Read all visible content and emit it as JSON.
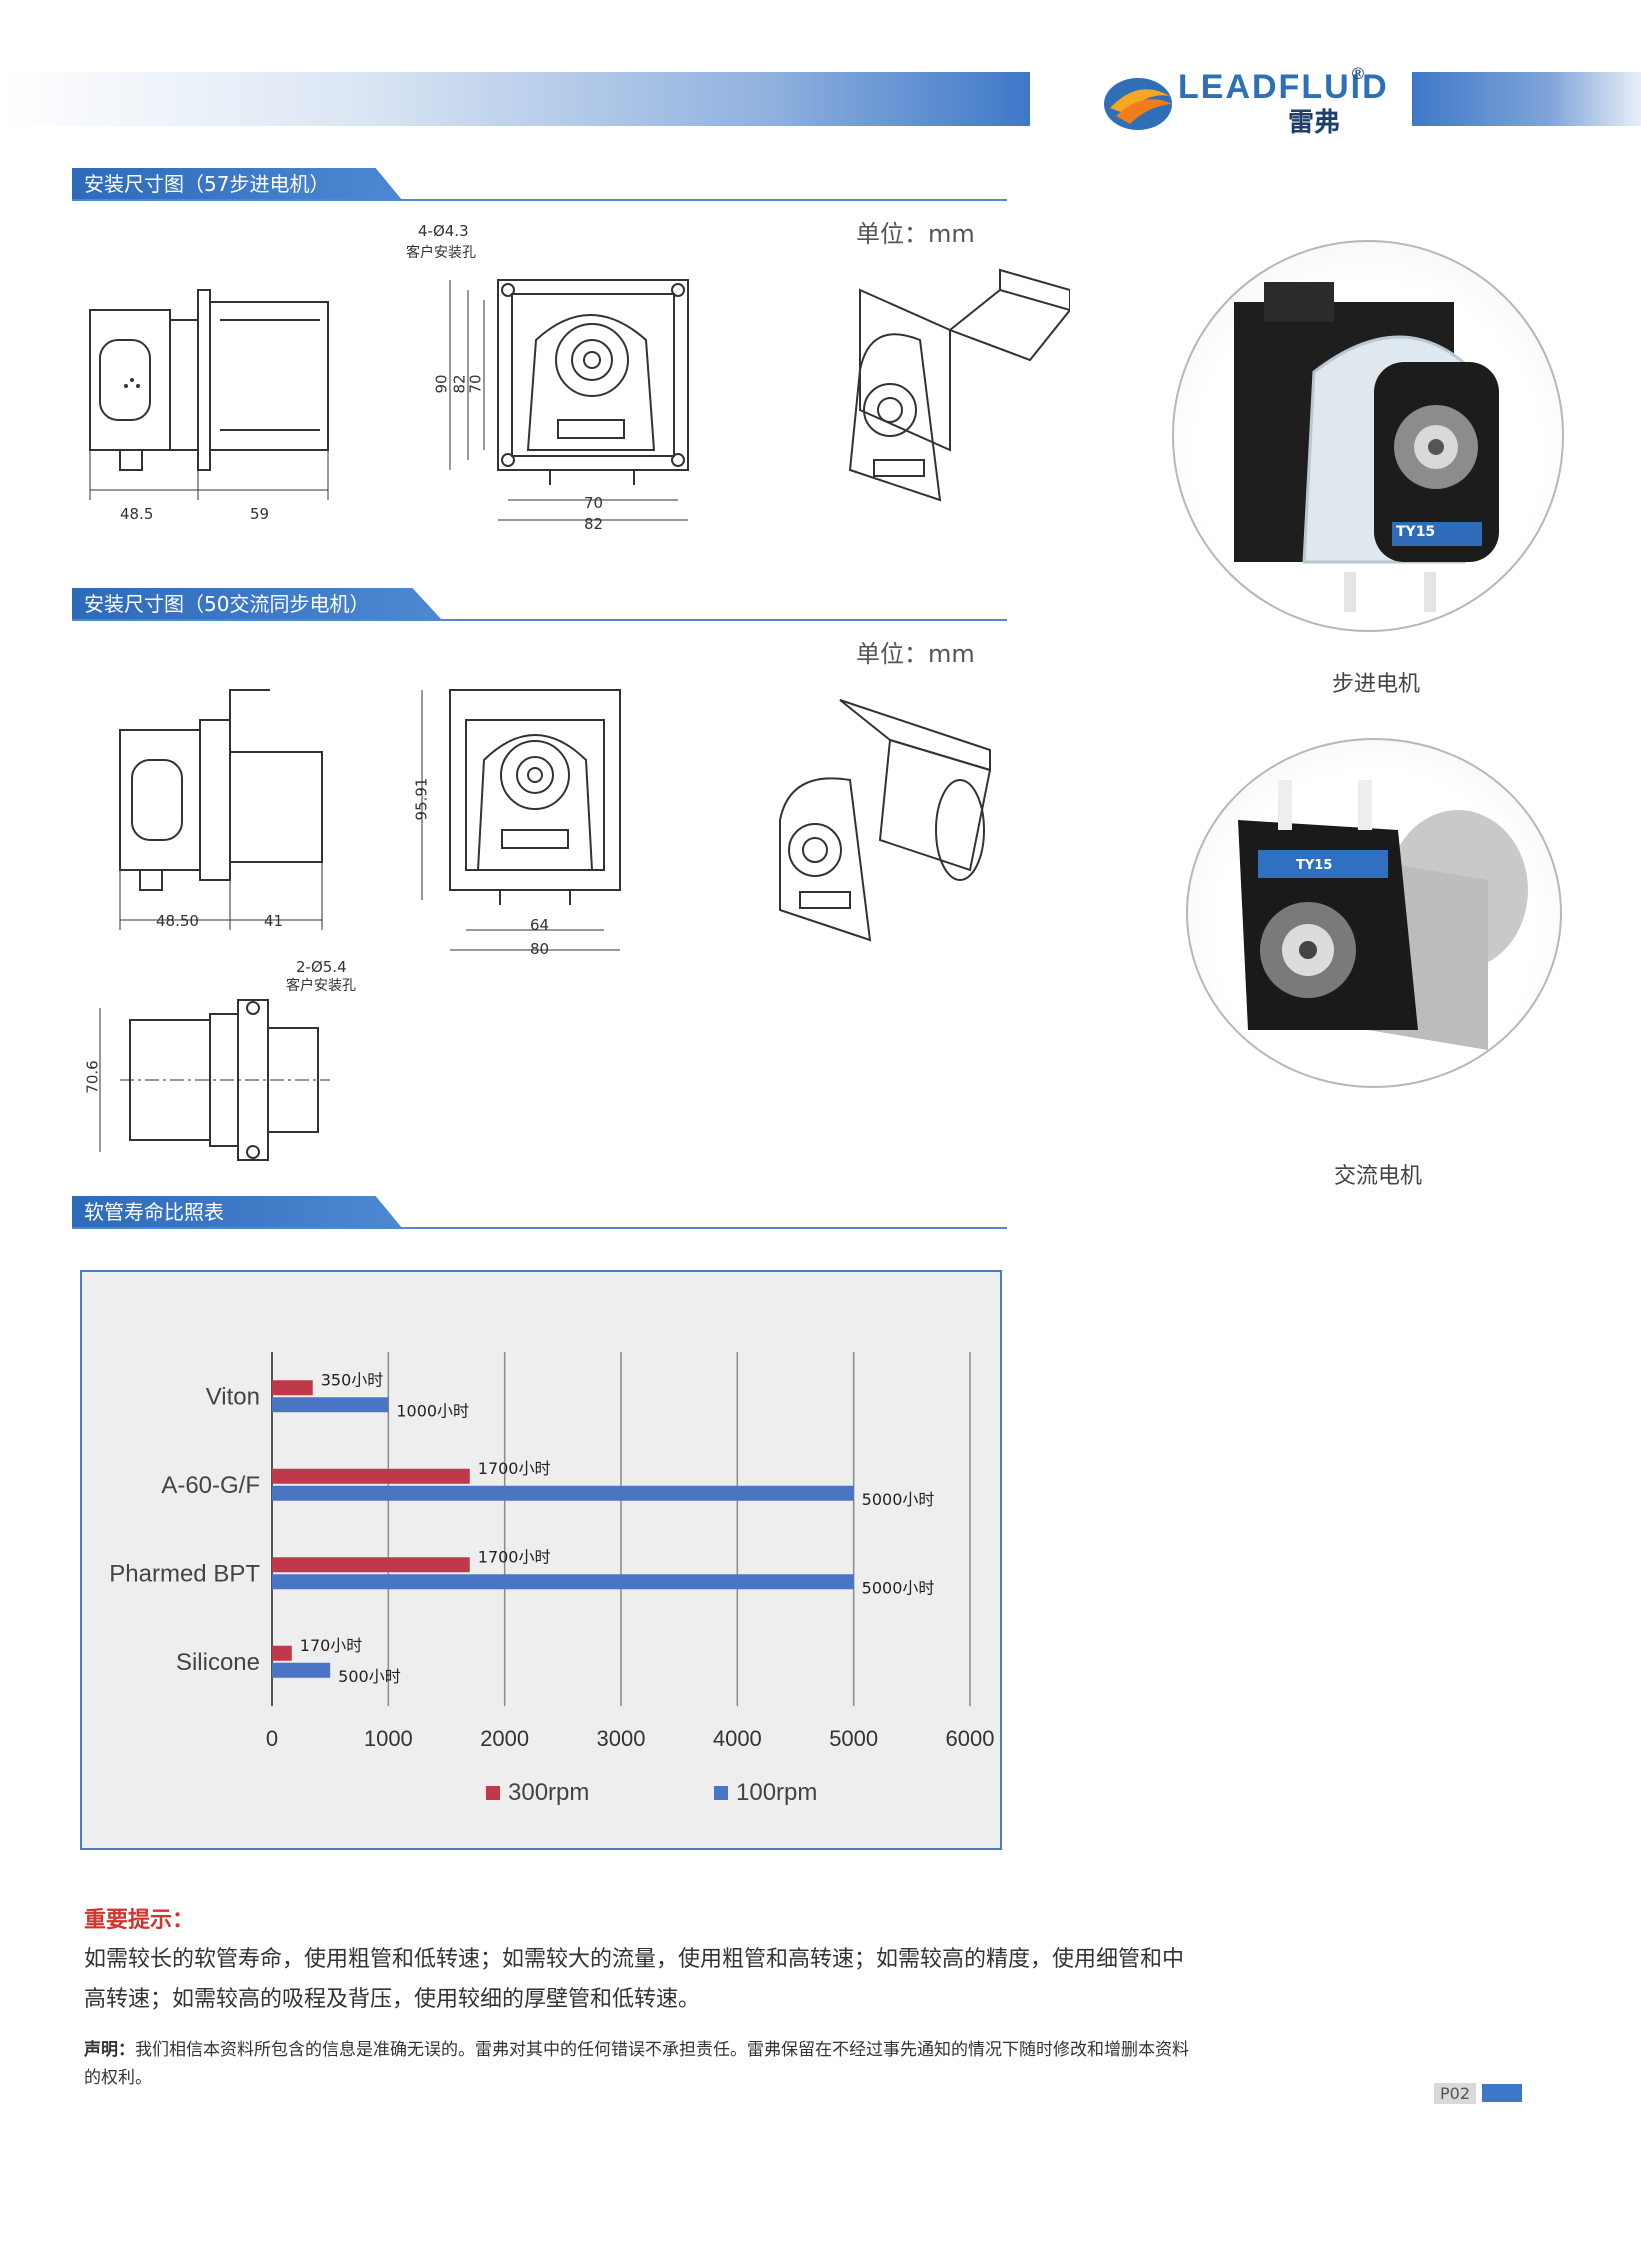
{
  "header": {
    "logo_en": "LEADFLUID",
    "logo_cn": "雷弗",
    "logo_reg": "®"
  },
  "sections": {
    "stepper_title": "安装尺寸图（57步进电机）",
    "ac_title": "安装尺寸图（50交流同步电机）",
    "chart_title": "软管寿命比照表"
  },
  "units": {
    "stepper": "单位：mm",
    "ac": "单位：mm"
  },
  "stepper_drawing": {
    "hole_label": "4-Ø4.3",
    "hole_note": "客户安装孔",
    "side_dims": [
      "48.5",
      "59"
    ],
    "vertical_dims": [
      "90",
      "82",
      "70"
    ],
    "bottom_dims": [
      "70",
      "82"
    ]
  },
  "ac_drawing": {
    "side_dims": [
      "48.50",
      "41"
    ],
    "vertical_dim": "95.91",
    "bottom_dims": [
      "64",
      "80"
    ],
    "hole_label": "2-Ø5.4",
    "hole_note": "客户安装孔",
    "top_dim": "70.6"
  },
  "photos": {
    "stepper_caption": "步进电机",
    "ac_caption": "交流电机",
    "pump_label": "TY15",
    "pump_url": "www.leadfluid.com"
  },
  "chart_data": {
    "type": "bar",
    "orientation": "horizontal",
    "categories": [
      "Viton",
      "A-60-G/F",
      "Pharmed BPT",
      "Silicone"
    ],
    "series": [
      {
        "name": "300rpm",
        "color": "#c0394b",
        "values": [
          350,
          1700,
          1700,
          170
        ],
        "labels": [
          "350小时",
          "1700小时",
          "1700小时",
          "170小时"
        ]
      },
      {
        "name": "100rpm",
        "color": "#4a75c4",
        "values": [
          1000,
          5000,
          5000,
          500
        ],
        "labels": [
          "1000小时",
          "5000小时",
          "5000小时",
          "500小时"
        ]
      }
    ],
    "xlim": [
      0,
      6000
    ],
    "xticks": [
      "0",
      "1000",
      "2000",
      "3000",
      "4000",
      "5000",
      "6000"
    ],
    "grid": true,
    "legend": "bottom"
  },
  "notes": {
    "title": "重要提示：",
    "body": "如需较长的软管寿命，使用粗管和低转速；如需较大的流量，使用粗管和高转速；如需较高的精度，使用细管和中高转速；如需较高的吸程及背压，使用较细的厚壁管和低转速。",
    "decl_label": "声明：",
    "decl_text": "我们相信本资料所包含的信息是准确无误的。雷弗对其中的任何错误不承担责任。雷弗保留在不经过事先通知的情况下随时修改和增删本资料的权利。"
  },
  "page_number": "P02"
}
